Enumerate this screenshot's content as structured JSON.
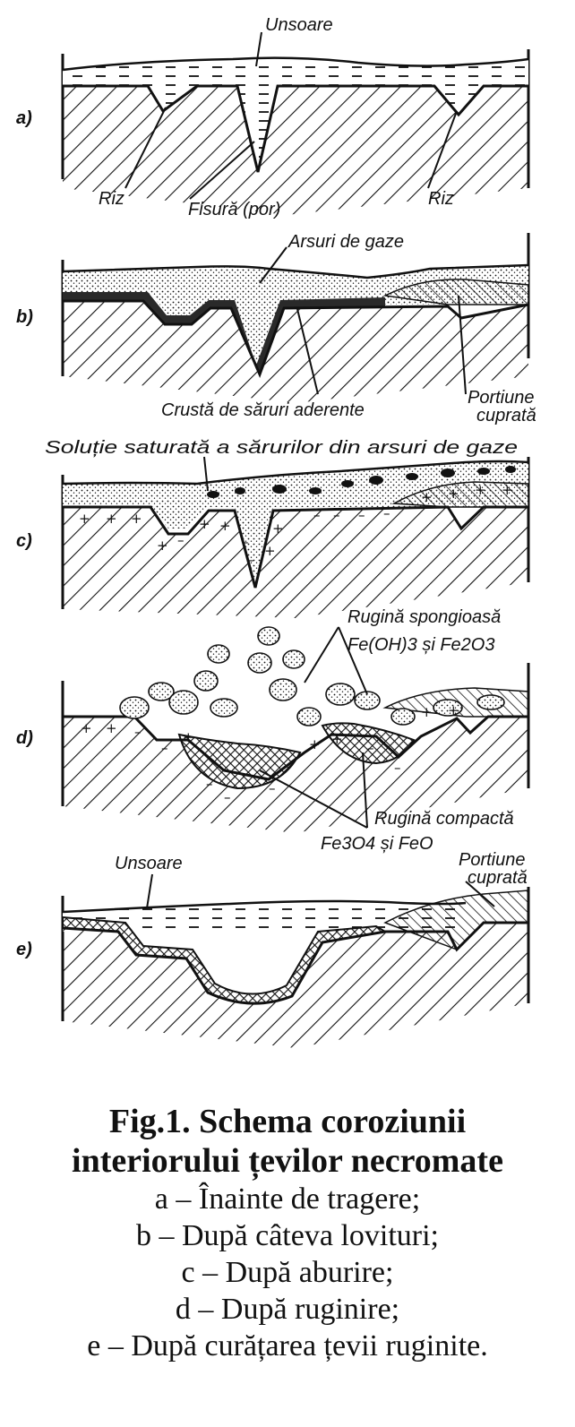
{
  "panels": {
    "a": {
      "letter": "a)",
      "labels": {
        "unsoare": "Unsoare",
        "riz_left": "Riz",
        "fisura": "Fisură (por)",
        "riz_right": "Riz"
      }
    },
    "b": {
      "letter": "b)",
      "labels": {
        "arsuri": "Arsuri de gaze",
        "crusta": "Crustă de săruri aderente",
        "portiune_1": "Portiune",
        "portiune_2": "cuprată"
      }
    },
    "c": {
      "letter": "c)",
      "labels": {
        "solutie": "Soluție saturată a sărurilor din arsuri de gaze"
      }
    },
    "d": {
      "letter": "d)",
      "labels": {
        "spong_1": "Rugină spongioasă",
        "spong_2": "Fe(OH)3 și Fe2O3",
        "compact_1": "Rugină compactă",
        "compact_2": "Fe3O4 și FeO"
      }
    },
    "e": {
      "letter": "e)",
      "labels": {
        "unsoare": "Unsoare",
        "portiune_1": "Portiune",
        "portiune_2": "cuprată"
      }
    }
  },
  "caption": {
    "title_line1": "Fig.1. Schema coroziunii",
    "title_line2": "interiorului țevilor necromate",
    "items": [
      "a – Înainte de tragere;",
      "b – După câteva lovituri;",
      "c – După aburire;",
      "d – După ruginire;",
      "e – După curățarea țevii ruginite."
    ]
  },
  "colors": {
    "ink": "#111111",
    "background": "#ffffff",
    "dark_rust": "#3a3a3a"
  }
}
